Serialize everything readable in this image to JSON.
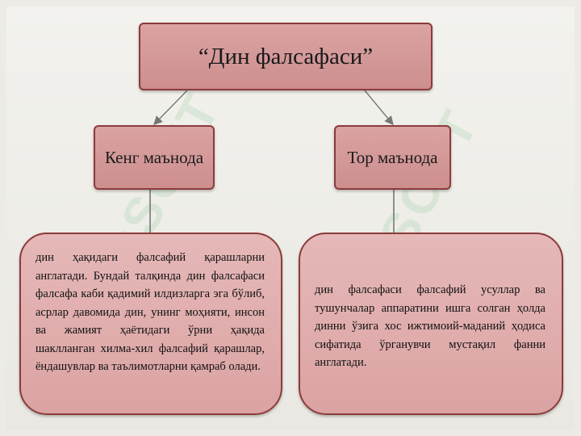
{
  "diagram": {
    "title": "“Дин фалсафаси”",
    "branches": [
      {
        "label": "Кенг маънода",
        "description": "дин ҳақидаги фалсафий қарашларни англатади. Бундай талқинда дин фалсафаси фалсафа каби қадимий илдизларга эга бўлиб, асрлар давомида дин, унинг моҳияти, инсон ва жамият ҳаётидаги ўрни ҳақида шаклланган хилма-хил фалсафий қарашлар, ёндашувлар ва таълимотларни қамраб олади."
      },
      {
        "label": "Тор маънода",
        "description": "дин фалсафаси фалсафий усуллар ва тушунчалар аппаратини ишга солган ҳолда динни ўзига хос ижтимоий-маданий ҳодиса сифатида ўрганувчи мустақил фанни англатади."
      }
    ]
  },
  "colors": {
    "box_fill": "#d49a9a",
    "box_border": "#8c3b3b",
    "connector": "#777777",
    "background": "#ecebe5"
  }
}
